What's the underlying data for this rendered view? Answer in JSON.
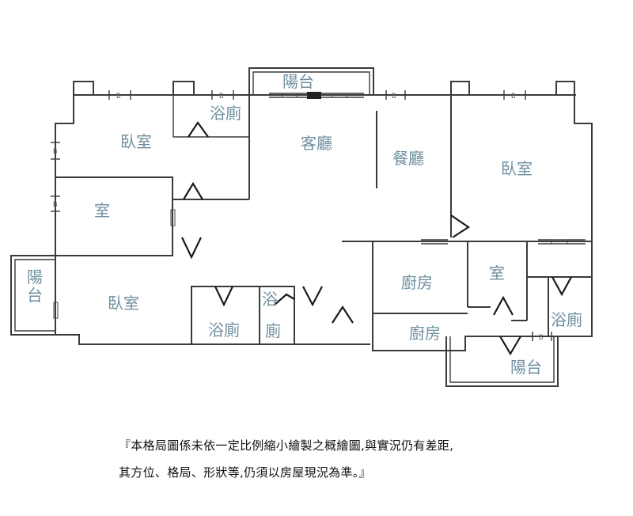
{
  "rooms": {
    "balcony_top": "陽台",
    "bath_top": "浴廁",
    "bedroom_nw": "臥室",
    "living": "客廳",
    "dining": "餐廳",
    "bedroom_ne": "臥室",
    "room_w": "室",
    "balcony_w": "陽台",
    "bedroom_sw": "臥室",
    "bath_sw": "浴廁",
    "bath_mid_1": "浴",
    "bath_mid_2": "廁",
    "kitchen_1": "廚房",
    "room_s": "室",
    "kitchen_2": "廚房",
    "bath_se": "浴廁",
    "balcony_s": "陽台"
  },
  "marker_label": "B",
  "note": {
    "line1": "『本格局圖係未依一定比例縮小繪製之概繪圖,與實況仍有差距,",
    "line2": "其方位、格局、形狀等,仍須以房屋現況為準。』"
  }
}
